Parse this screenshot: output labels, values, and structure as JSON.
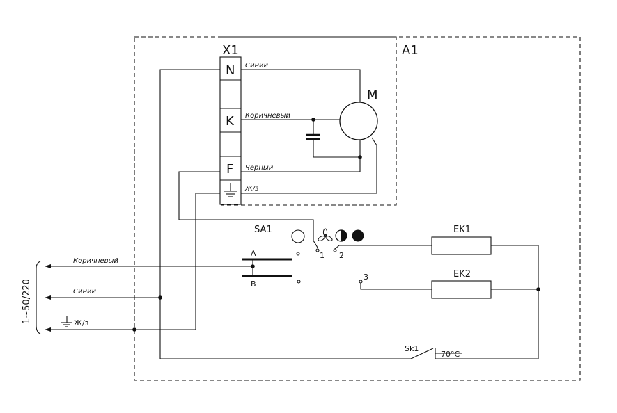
{
  "blocks": {
    "a1": "A1",
    "x1": "X1",
    "motor": "M",
    "sa1": "SA1",
    "ek1": "EK1",
    "ek2": "EK2",
    "sk1": "Sk1",
    "temp": "70°C"
  },
  "terminals": {
    "n": "N",
    "k": "K",
    "f": "F"
  },
  "wires": {
    "blue": "Синий",
    "brown": "Коричневый",
    "black": "Черный",
    "pe": "Ж/з"
  },
  "switch": {
    "a": "A",
    "b": "B",
    "p1": "1",
    "p2": "2",
    "p3": "3"
  },
  "supply": {
    "voltage": "1~50/220",
    "brown": "Коричневый",
    "blue": "Синий",
    "pe": "Ж/з"
  }
}
